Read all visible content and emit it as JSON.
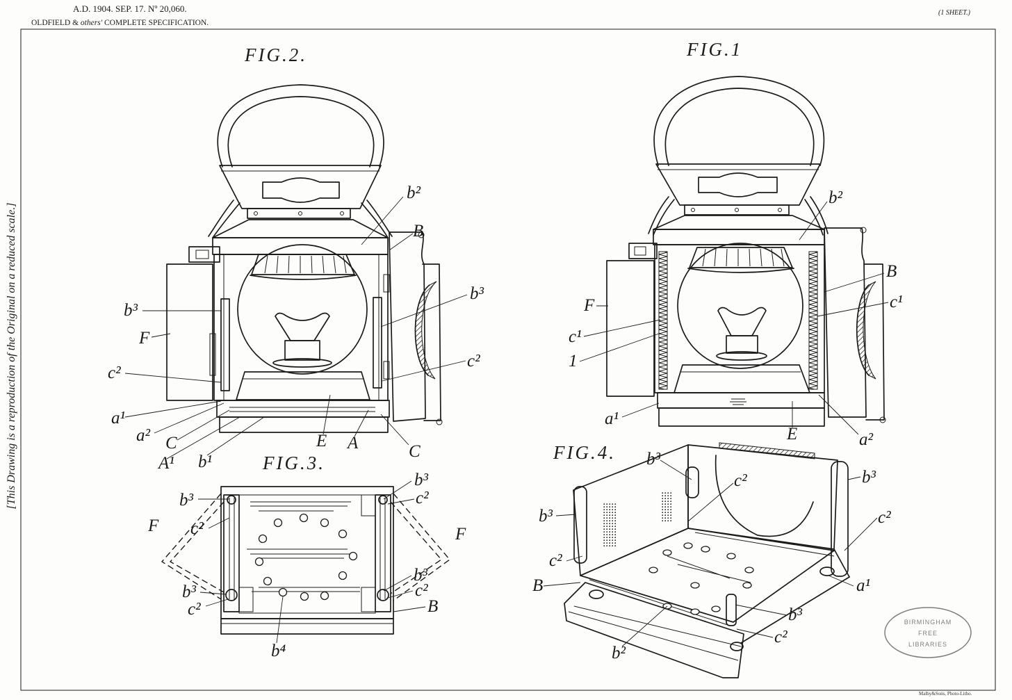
{
  "header": {
    "date_number": "A.D. 1904. SEP. 17. Nº 20,060.",
    "applicant": "OLDFIELD & ",
    "others": "others'",
    "spec": " COMPLETE SPECIFICATION.",
    "sheet": "(1 SHEET.)"
  },
  "side_note": "[This Drawing is a reproduction of the Original on a reduced scale.]",
  "figures": {
    "fig2": {
      "title": "FIG.2.",
      "labels": [
        "b²",
        "B",
        "b³",
        "b³",
        "F",
        "c²",
        "c²",
        "a¹",
        "a²",
        "C",
        "E",
        "A",
        "C",
        "A¹",
        "b¹"
      ]
    },
    "fig1": {
      "title": "FIG.1",
      "labels": [
        "b²",
        "B",
        "c¹",
        "F",
        "c¹",
        "1",
        "a¹",
        "E",
        "a²"
      ]
    },
    "fig3": {
      "title": "FIG.3.",
      "labels": [
        "b³",
        "b³",
        "c²",
        "F",
        "c²",
        "F",
        "b³",
        "c²",
        "b³",
        "c²",
        "B",
        "b⁴"
      ]
    },
    "fig4": {
      "title": "FIG.4.",
      "labels": [
        "b³",
        "b³",
        "c²",
        "b³",
        "c²",
        "c²",
        "B",
        "a¹",
        "b³",
        "c²",
        "b²"
      ]
    }
  },
  "stamp": {
    "line1": "BIRMINGHAM",
    "line2": "FREE",
    "line3": "LIBRARIES"
  },
  "printer": "Malby&Sons, Photo-Litho."
}
